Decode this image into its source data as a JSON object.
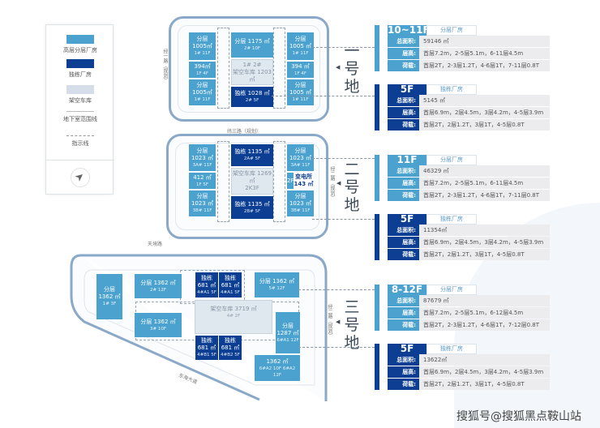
{
  "legend": {
    "items": [
      "高层分层厂房",
      "独栋厂房",
      "架空车库",
      "地下室范围线",
      "指示线"
    ],
    "compass": "north-arrow-icon"
  },
  "colors": {
    "light_blue": "#4ba2cf",
    "dark_blue": "#0c3f93",
    "gray": "#dfe7ef"
  },
  "roads": {
    "weisan": "纬三路（规划）",
    "jingyi": "经一路（规划）",
    "jinger": "经二路（规划）",
    "jinger2": "经二路（规划）",
    "tianjing": "天境路",
    "donghai": "东海大道"
  },
  "plots": [
    {
      "name": "一号地"
    },
    {
      "name": "二号地"
    },
    {
      "name": "三号地"
    }
  ],
  "buildings": [
    {
      "lines": [
        "分层",
        "1005㎡"
      ],
      "sub": "1# 11F"
    },
    {
      "lines": [
        "394㎡"
      ],
      "sub": "1F 4F"
    },
    {
      "lines": [
        "分层",
        "1005㎡"
      ],
      "sub": "1# 11F"
    },
    {
      "lines": [
        "分层 1175 ㎡"
      ],
      "sub": "2# 10F"
    },
    {
      "lines": [
        "1# 2#",
        "架空车库 1203 ㎡"
      ],
      "sub": ""
    },
    {
      "lines": [
        "独栋 1028 ㎡"
      ],
      "sub": "2# 5F"
    },
    {
      "lines": [
        "分层",
        "1005 ㎡"
      ],
      "sub": "1# 11F"
    },
    {
      "lines": [
        "394 ㎡"
      ],
      "sub": "1F 4F"
    },
    {
      "lines": [
        "分层",
        "1005 ㎡"
      ],
      "sub": "1# 11F"
    },
    {
      "lines": [
        "分层",
        "1023 ㎡"
      ],
      "sub": "3A# 11F"
    },
    {
      "lines": [
        "412 ㎡"
      ],
      "sub": "1F 5F"
    },
    {
      "lines": [
        "分层",
        "1023 ㎡"
      ],
      "sub": "3B# 11F"
    },
    {
      "lines": [
        "独栋 1135 ㎡"
      ],
      "sub": "2A# 5F"
    },
    {
      "lines": [
        "架空车库 1269 ㎡",
        "2K3F"
      ],
      "sub": ""
    },
    {
      "lines": [
        "独栋 1135 ㎡"
      ],
      "sub": "2B# 5F"
    },
    {
      "lines": [
        "分层",
        "1023 ㎡"
      ],
      "sub": "3A# 11F"
    },
    {
      "lines": [
        "2F"
      ],
      "sub": ""
    },
    {
      "lines": [
        "变电所",
        "143 ㎡"
      ],
      "sub": ""
    },
    {
      "lines": [
        "分层",
        "1023 ㎡"
      ],
      "sub": "3B# 11F"
    },
    {
      "lines": [
        "分层",
        "1362 ㎡"
      ],
      "sub": "1# 3F"
    },
    {
      "lines": [
        "分层 1362 ㎡"
      ],
      "sub": "2# 12F"
    },
    {
      "lines": [
        "分层 1362 ㎡"
      ],
      "sub": "3# 10F"
    },
    {
      "lines": [
        "独栋",
        "681 ㎡"
      ],
      "sub": "4#A1 5F"
    },
    {
      "lines": [
        "独栋",
        "681 ㎡"
      ],
      "sub": "4#A1 5F"
    },
    {
      "lines": [
        "架空车库 3719 ㎡"
      ],
      "sub": "4# 2F"
    },
    {
      "lines": [
        "独栋",
        "681 ㎡"
      ],
      "sub": "4#B1 5F"
    },
    {
      "lines": [
        "独栋",
        "681 ㎡"
      ],
      "sub": "4#B2 5F"
    },
    {
      "lines": [
        "分层 1362 ㎡"
      ],
      "sub": "5# 12F"
    },
    {
      "lines": [
        "分层",
        "1287 ㎡"
      ],
      "sub": "6#A1 12F"
    },
    {
      "lines": [
        "1362 ㎡"
      ],
      "sub": "6#A2 10F    6#A2 12F"
    }
  ],
  "panels": [
    {
      "floors": "10~11F",
      "type": "分层厂房",
      "kind": "light",
      "rows": [
        {
          "label": "总面积:",
          "value": "59146 ㎡"
        },
        {
          "label": "层高:",
          "value": "首层7.2m，2-5层5.1m，6-11层4.5m"
        },
        {
          "label": "荷载:",
          "value": "首层2T，2-3层1.2T，4-6层1T，7-11层0.8T"
        }
      ]
    },
    {
      "floors": "5F",
      "type": "独栋厂房",
      "kind": "dark",
      "rows": [
        {
          "label": "总面积:",
          "value": "5145 ㎡"
        },
        {
          "label": "层高:",
          "value": "首层6.9m，2层4.5m，3层4.2m，4-5层3.9m"
        },
        {
          "label": "荷载:",
          "value": "首层2T，2层1.2T，3层1T，4-5层0.8T"
        }
      ]
    },
    {
      "floors": "11F",
      "type": "分层厂房",
      "kind": "light",
      "rows": [
        {
          "label": "总面积:",
          "value": "46329 ㎡"
        },
        {
          "label": "层高:",
          "value": "首层7.2m，2-5层5.1m，6-11层4.5m"
        },
        {
          "label": "荷载:",
          "value": "首层2T，2-3层1.2T，4-6层1T，7-11层0.8T"
        }
      ]
    },
    {
      "floors": "5F",
      "type": "独栋厂房",
      "kind": "dark",
      "rows": [
        {
          "label": "总面积:",
          "value": "11354㎡"
        },
        {
          "label": "层高:",
          "value": "首层6.9m，2层4.5m，3层4.2m，4-5层3.9m"
        },
        {
          "label": "荷载:",
          "value": "首层2T，2层1.2T，3层1T，4-5层0.8T"
        }
      ]
    },
    {
      "floors": "8-12F",
      "type": "分层厂房",
      "kind": "light",
      "rows": [
        {
          "label": "总面积:",
          "value": "87679 ㎡"
        },
        {
          "label": "层高:",
          "value": "首层7.2m，2-5层5.1m，6-12层4.5m"
        },
        {
          "label": "荷载:",
          "value": "首层2T，2-3层1.2T，4-6层1T，7-12层0.8T"
        }
      ]
    },
    {
      "floors": "5F",
      "type": "独栋厂房",
      "kind": "dark",
      "rows": [
        {
          "label": "总面积:",
          "value": "13622㎡"
        },
        {
          "label": "层高:",
          "value": "首层6.9m，2层4.5m，3层4.2m，4-5层3.9m"
        },
        {
          "label": "荷载:",
          "value": "首层2T，2层1.2T，3层1T，4-5层0.8T"
        }
      ]
    }
  ],
  "watermark": "搜狐号@搜狐黑点鞍山站"
}
